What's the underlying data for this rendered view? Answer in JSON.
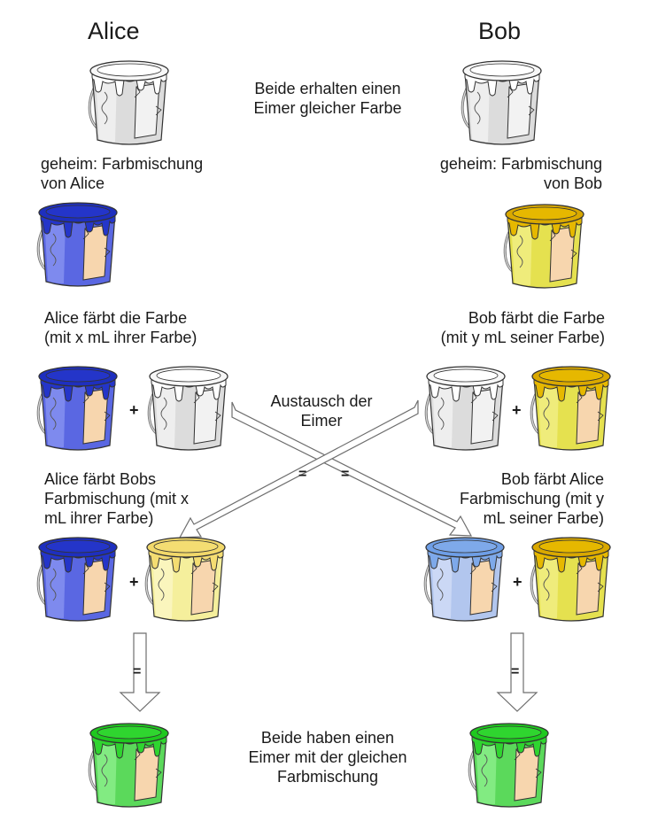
{
  "colors": {
    "white": {
      "body": "#dcdcdc",
      "light": "#f4f4f4",
      "top": "#f7f7f7",
      "paint": "#ffffff",
      "label": "#f2f2f2"
    },
    "blue": {
      "body": "#5a67e2",
      "light": "#8b95f2",
      "top": "#1e2fbf",
      "paint": "#2435c9",
      "label": "#f7d6ae"
    },
    "yellow": {
      "body": "#e5e14f",
      "light": "#f2ef8a",
      "top": "#d9a800",
      "paint": "#e6b800",
      "label": "#f7d6ae"
    },
    "paleyellow": {
      "body": "#f5ef9c",
      "light": "#fbf7c8",
      "top": "#f1d86a",
      "paint": "#f4dd72",
      "label": "#f7d6ae"
    },
    "lightblue": {
      "body": "#b2c6ee",
      "light": "#d3def7",
      "top": "#6e9ee6",
      "paint": "#7ea9ea",
      "label": "#f7d6ae"
    },
    "green": {
      "body": "#5bd95b",
      "light": "#8ff08f",
      "top": "#1ec81e",
      "paint": "#2fd52f",
      "label": "#f7d6ae"
    }
  },
  "labels": {
    "alice": "Alice",
    "bob": "Bob",
    "both_receive": "Beide erhalten einen\nEimer gleicher Farbe",
    "secret_alice": "geheim: Farbmischung\nvon Alice",
    "secret_bob": "geheim: Farbmischung\nvon Bob",
    "alice_colors": "Alice färbt die Farbe\n(mit x mL ihrer Farbe)",
    "bob_colors": "Bob färbt die Farbe\n(mit y mL seiner Farbe)",
    "exchange": "Austausch der\nEimer",
    "alice_colors_bobs": "Alice färbt Bobs\nFarbmischung (mit x\nmL ihrer Farbe)",
    "bob_colors_alices": "Bob färbt Alice\nFarbmischung (mit y\nmL seiner Farbe)",
    "both_have": "Beide haben einen\nEimer mit der gleichen\nFarbmischung",
    "plus": "+",
    "equals": "="
  }
}
